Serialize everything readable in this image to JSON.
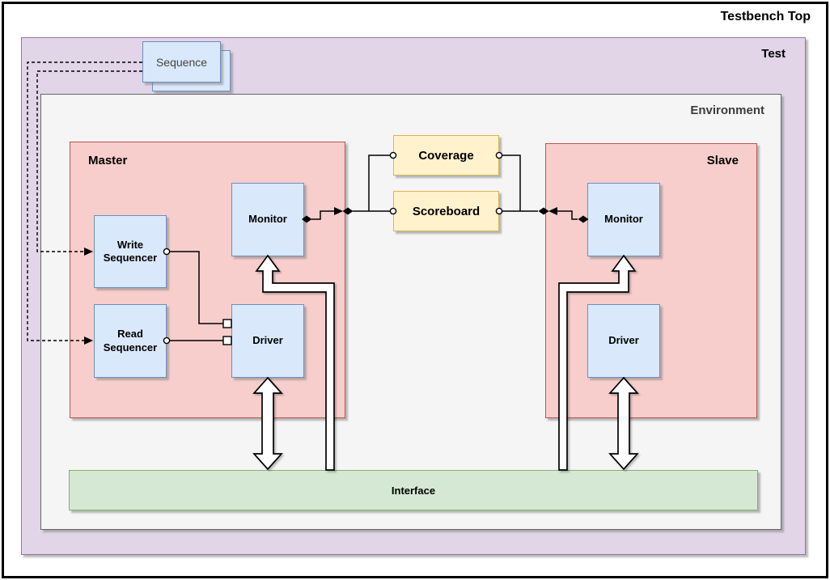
{
  "diagram": {
    "title": "Testbench Top",
    "test": {
      "label": "Test"
    },
    "environment": {
      "label": "Environment"
    },
    "sequence": {
      "label": "Sequence"
    },
    "master": {
      "label": "Master",
      "write_sequencer": "Write Sequencer",
      "read_sequencer": "Read Sequencer",
      "monitor": "Monitor",
      "driver": "Driver"
    },
    "slave": {
      "label": "Slave",
      "monitor": "Monitor",
      "driver": "Driver"
    },
    "coverage": {
      "label": "Coverage"
    },
    "scoreboard": {
      "label": "Scoreboard"
    },
    "interface": {
      "label": "Interface"
    }
  },
  "colors": {
    "purple_fill": "#E1D5E7",
    "purple_stroke": "#9673A6",
    "gray_fill": "#F5F5F5",
    "gray_stroke": "#666666",
    "pink_fill": "#F8CECC",
    "pink_stroke": "#B85450",
    "blue_fill": "#DAE8FC",
    "blue_stroke": "#6C8EBF",
    "yellow_fill": "#FFF2CC",
    "yellow_stroke": "#D6B656",
    "green_fill": "#D5E8D4",
    "green_stroke": "#82B366",
    "connector": "#000000"
  }
}
